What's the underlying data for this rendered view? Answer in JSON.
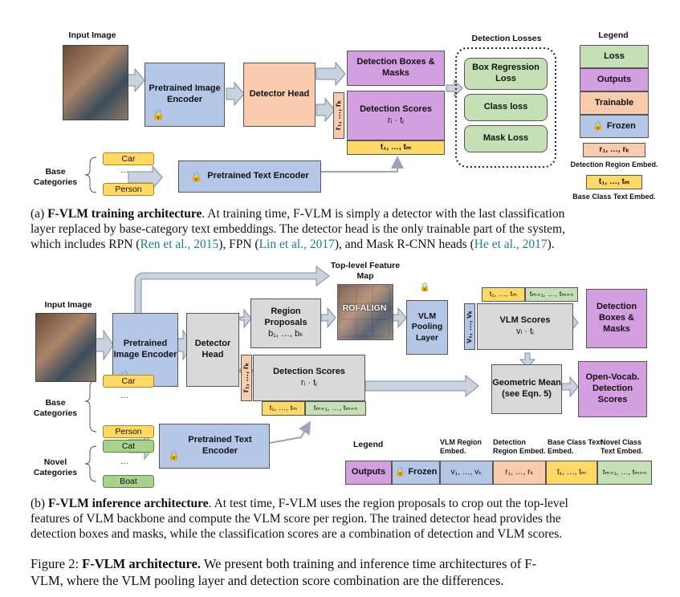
{
  "top": {
    "input_image": "Input Image",
    "image_encoder": "Pretrained Image Encoder",
    "detector_head": "Detector Head",
    "det_boxes": "Detection Boxes & Masks",
    "det_scores": "Detection Scores",
    "score_formula": "rᵢ · tⱼ",
    "region_embed": "r₁, …, rₖ",
    "text_embed": "t₁, …, tₘ",
    "losses_title": "Detection Losses",
    "losses": [
      "Box Regression Loss",
      "Class loss",
      "Mask Loss"
    ],
    "base_categories": "Base Categories",
    "cat_items": [
      "Car",
      "…",
      "Person"
    ],
    "text_encoder": "Pretrained Text Encoder",
    "legend": {
      "title": "Legend",
      "loss": "Loss",
      "outputs": "Outputs",
      "trainable": "Trainable",
      "frozen": "Frozen",
      "region": "r₁, …, rₖ",
      "region_label": "Detection Region Embed.",
      "text": "t₁, …, tₘ",
      "text_label": "Base Class Text Embed."
    }
  },
  "caption_a": {
    "prefix": "(a) ",
    "bold": "F-VLM training architecture",
    "l1": ". At training time, F-VLM is simply a detector with the last classification",
    "l2": "layer replaced by base-category text embeddings. The detector head is the only trainable part of the system,",
    "l3a": "which includes RPN (",
    "c1": "Ren et al., 2015",
    "l3b": "), FPN (",
    "c2": "Lin et al., 2017",
    "l3c": "), and Mask R-CNN heads (",
    "c3": "He et al., 2017",
    "l3d": ")."
  },
  "bottom": {
    "input_image": "Input Image",
    "top_level": "Top-level Feature Map",
    "image_encoder": "Pretrained Image Encoder",
    "detector_head": "Detector Head",
    "region_proposals": "Region Proposals",
    "proposal_embed": "b₁, …, bₖ",
    "roi_align": "ROI-ALIGN",
    "vlm_pooling": "VLM Pooling Layer",
    "vlm_embed": "v₁, …, vₖ",
    "vlm_scores": "VLM Scores",
    "vlm_formula": "vᵢ · tⱼ",
    "text_embed_base": "t₁, …, tₘ",
    "text_embed_novel": "tₘ₊₁, …, tₘ₊ₙ",
    "det_boxes": "Detection Boxes & Masks",
    "region_embed": "r₁, …, rₖ",
    "det_scores": "Detection Scores",
    "score_formula": "rᵢ · tⱼ",
    "geo_mean": "Geometric Mean (see Eqn. 5)",
    "open_vocab": "Open-Vocab. Detection Scores",
    "base_categories": "Base Categories",
    "base_items": [
      "Car",
      "…",
      "Person"
    ],
    "novel_categories": "Novel Categories",
    "novel_items": [
      "Cat",
      "…",
      "Boat"
    ],
    "text_encoder": "Pretrained Text Encoder",
    "legend": {
      "title": "Legend",
      "vlm_region": "VLM Region Embed.",
      "det_region": "Detection Region Embed.",
      "base_text": "Base Class Text Embed.",
      "novel_text": "Novel Class Text Embed.",
      "outputs": "Outputs",
      "frozen": "Frozen",
      "v": "v₁, …, vₖ",
      "r": "r₁, …, rₖ",
      "t": "t₁, …, tₘ",
      "tn": "tₘ₊₁, …, tₘ₊ₙ"
    }
  },
  "caption_b": {
    "prefix": "(b) ",
    "bold": "F-VLM inference architecture",
    "l1": ". At test time, F-VLM uses the region proposals to crop out the top-level",
    "l2": "features of VLM backbone and compute the VLM score per region. The trained detector head provides the",
    "l3": "detection boxes and masks, while the classification scores are a combination of detection and VLM scores."
  },
  "figure_caption": {
    "prefix": "Figure 2: ",
    "bold": "F-VLM architecture.",
    "l1": " We present both training and inference time architectures of F-",
    "l2": "VLM, where the VLM pooling layer and detection score combination are the differences."
  }
}
